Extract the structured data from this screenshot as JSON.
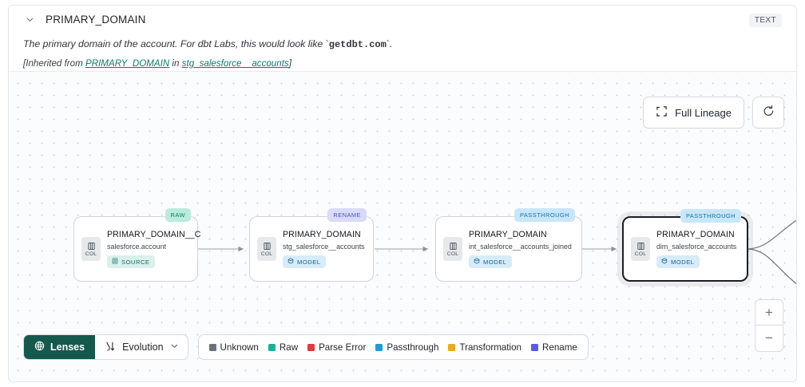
{
  "header": {
    "collapse_icon": "chevron-down-icon",
    "title": "PRIMARY_DOMAIN",
    "type_badge": "TEXT",
    "description_pre": "The primary domain of the account. For dbt Labs, this would look like ",
    "description_code": "getdbt.com",
    "description_post": ".",
    "inherited_pre": "[Inherited from ",
    "inherited_link_1": "PRIMARY_DOMAIN",
    "inherited_mid": " in ",
    "inherited_link_2": "stg_salesforce__accounts",
    "inherited_post": "]"
  },
  "lineage": {
    "full_lineage_label": "Full Lineage",
    "full_lineage_icon": "expand-icon",
    "refresh_icon": "refresh-icon",
    "zoom_in_label": "+",
    "zoom_out_label": "−",
    "nodes": [
      {
        "tag": "RAW",
        "tag_class": "raw",
        "col_label": "COL",
        "title": "PRIMARY_DOMAIN__C",
        "subtitle": "salesforce.account",
        "kind": "SOURCE",
        "kind_class": "source",
        "selected": false
      },
      {
        "tag": "RENAME",
        "tag_class": "rename",
        "col_label": "COL",
        "title": "PRIMARY_DOMAIN",
        "subtitle": "stg_salesforce__accounts",
        "kind": "MODEL",
        "kind_class": "model",
        "selected": false
      },
      {
        "tag": "PASSTHROUGH",
        "tag_class": "passthrough",
        "col_label": "COL",
        "title": "PRIMARY_DOMAIN",
        "subtitle": "int_salesforce__accounts_joined",
        "kind": "MODEL",
        "kind_class": "model",
        "selected": false
      },
      {
        "tag": "PASSTHROUGH",
        "tag_class": "passthrough",
        "col_label": "COL",
        "title": "PRIMARY_DOMAIN",
        "subtitle": "dim_salesforce_accounts",
        "kind": "MODEL",
        "kind_class": "model",
        "selected": true
      }
    ]
  },
  "toolbar": {
    "lenses_label": "Lenses",
    "lenses_icon": "lens-icon",
    "evolution_label": "Evolution",
    "evolution_icon": "evolution-icon",
    "evolution_chevron": "chevron-down-icon"
  },
  "legend": [
    {
      "label": "Unknown",
      "color": "#6b7178"
    },
    {
      "label": "Raw",
      "color": "#16b39a"
    },
    {
      "label": "Parse Error",
      "color": "#e03b3b"
    },
    {
      "label": "Passthrough",
      "color": "#1b9ce0"
    },
    {
      "label": "Transformation",
      "color": "#f0a817"
    },
    {
      "label": "Rename",
      "color": "#5a5ce8"
    }
  ]
}
